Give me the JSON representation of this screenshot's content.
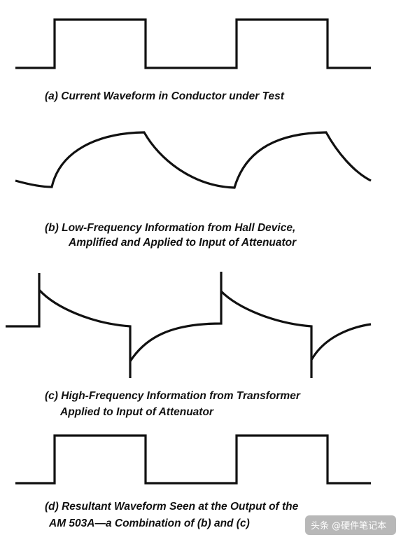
{
  "panels": [
    {
      "id": "a",
      "caption_lines": [
        "(a)  Current Waveform in Conductor under Test"
      ]
    },
    {
      "id": "b",
      "caption_lines": [
        "(b)  Low-Frequency Information from Hall Device,",
        "Amplified and Applied to Input of Attenuator"
      ]
    },
    {
      "id": "c",
      "caption_lines": [
        "(c)  High-Frequency Information from Transformer",
        "Applied to Input of Attenuator"
      ]
    },
    {
      "id": "d",
      "caption_lines": [
        "(d)  Resultant Waveform Seen at the Output of the",
        "AM 503A—a Combination of (b) and (c)"
      ]
    }
  ],
  "watermark": {
    "text": "头条 @硬件笔记本"
  },
  "colors": {
    "line": "#111111",
    "background": "#ffffff"
  }
}
